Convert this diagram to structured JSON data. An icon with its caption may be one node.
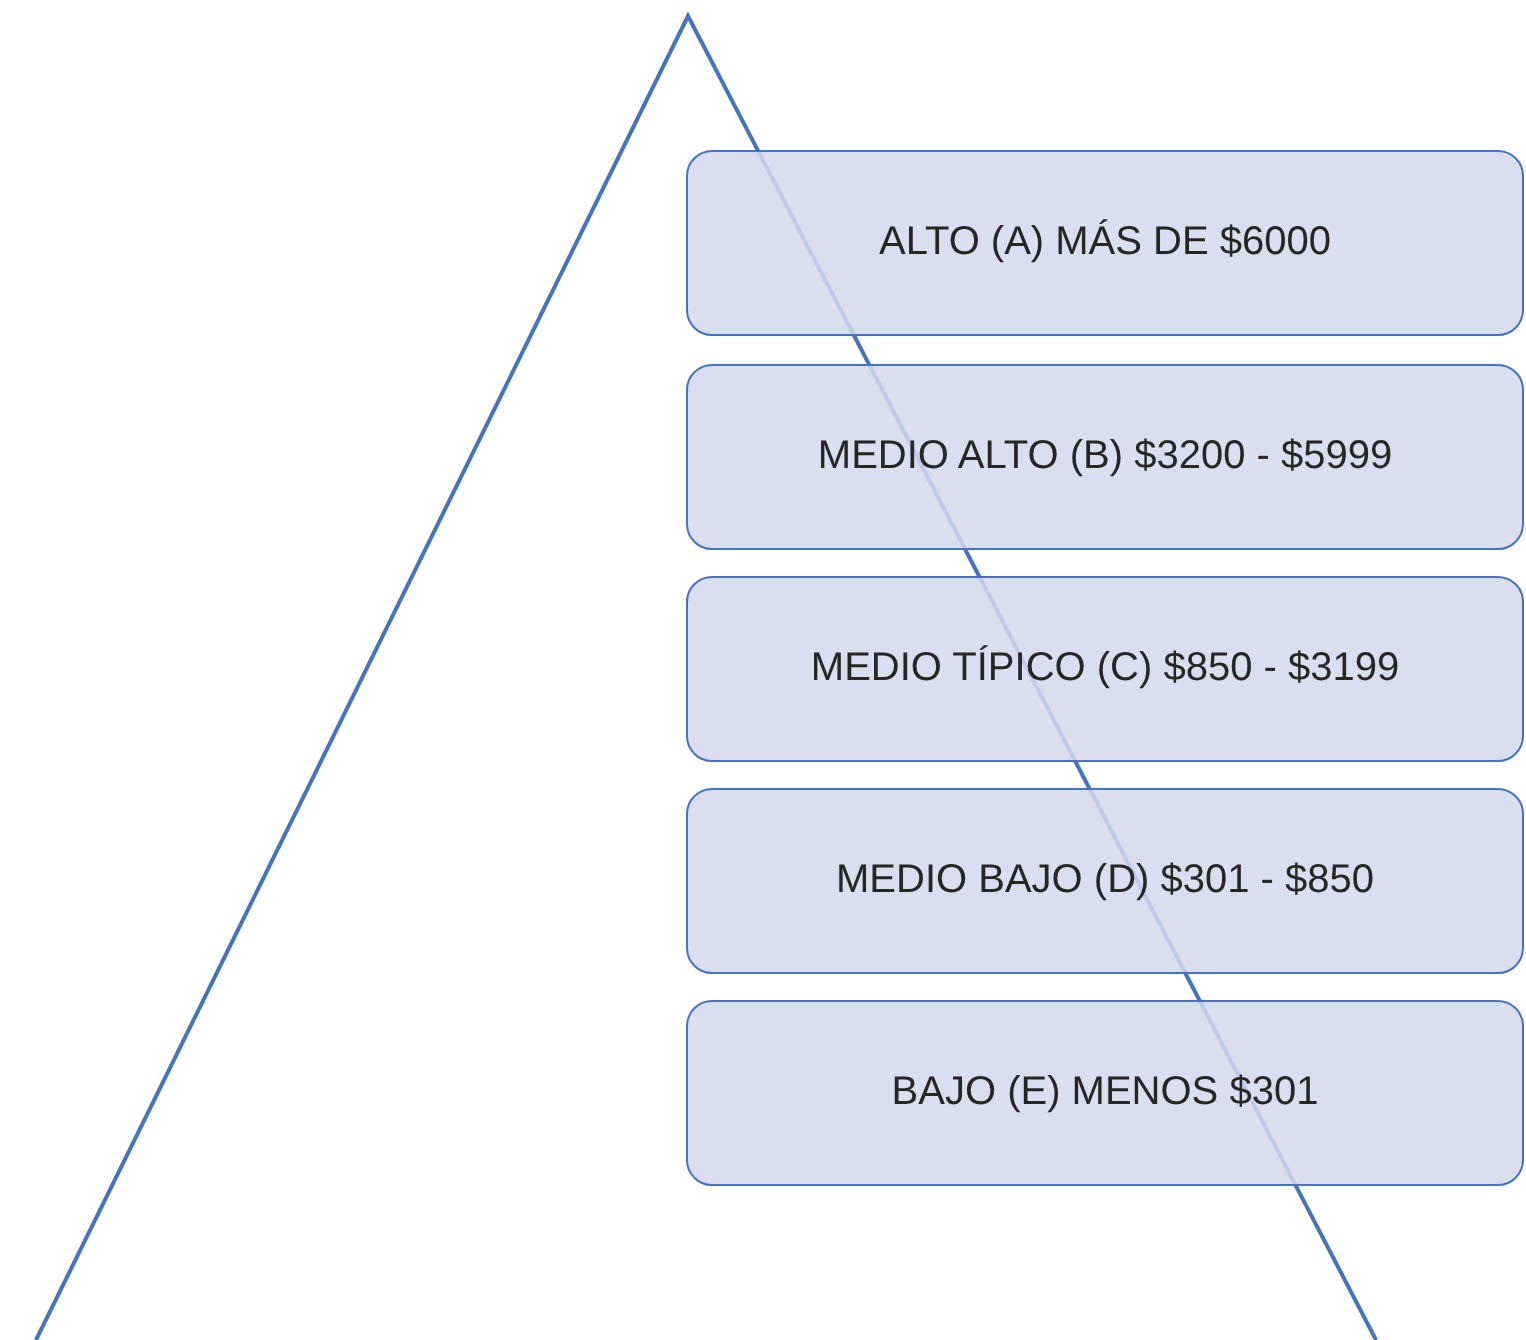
{
  "diagram": {
    "nodes": [
      {
        "text": [
          "ALTO (A) MÁS DE $6000"
        ]
      },
      {
        "text": [
          "MEDIO ALTO (B) $3200 - $5999"
        ]
      },
      {
        "text": [
          "MEDIO TÍPICO (C) $850 - $3199"
        ]
      },
      {
        "text": [
          "MEDIO BAJO (D) $301 - $850"
        ]
      },
      {
        "text": [
          "BAJO (E) MENOS $301"
        ]
      }
    ]
  }
}
